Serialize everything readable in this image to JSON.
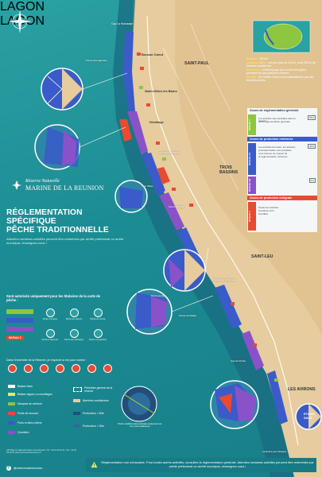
{
  "brand": {
    "reserve": "Réserve Naturelle",
    "marine": "MARINE DE LA REUNION"
  },
  "title": {
    "line1": "RÉGLEMENTATION SPÉCIFIQUE",
    "line2": "PÊCHE TRADITIONNELLE",
    "note": "Attention certaines activités peuvent être restreintes par arrêté préfectoral ou arrêté municipal, renseignez-vous !"
  },
  "places": {
    "saint_paul": "SAINT-PAUL",
    "trois_bassins": "TROIS BASSINS",
    "saint_leu": "SAINT-LEU",
    "les_avirons": "LES AVIRONS",
    "etang_sale": "ETANG SALÉ"
  },
  "coastal_labels": [
    "Cap La Houssaye",
    "Boucan Canot",
    "Saint-Gilles les Bains",
    "Hermitage",
    "Pointe des Aigrettes",
    "Pointe au Sel",
    "Cap de Pointe",
    "Pointe des Châteaux",
    "La Saline les Bains",
    "Souris Chaude",
    "Trou d'Eau",
    "Pointe du Diable",
    "La Roche aux Oiseaux"
  ],
  "info": {
    "surface_k": "Surface :",
    "surface_v": "35 km²",
    "lineaire_k": "Linéaire côtier :",
    "lineaire_v": "un peu plus de 40 km, dont 25 km de barrière corallienne.",
    "cote_terre_k": "Côté terre :",
    "cote_terre_v": "s'étend jusqu'aux zones émergées pendant les plus grandes marées.",
    "en_mer_k": "En mer :",
    "en_mer_v": "les limites Ouest sont matérialisées par des bouées jaunes."
  },
  "zones": {
    "general": "Zones de réglementation générale",
    "renforcee": "Zones de protection renforcée",
    "integrale": "Zones de protection intégrale",
    "general_lines": [
      "Les activités sont possibles dans le respect",
      "de la réglementation générale"
    ],
    "renf_lines": [
      "Les activités de loisirs, les activités",
      "professionnelles sont possibles",
      "sous réserve du respect de",
      "la réglementation renforcée"
    ],
    "integ_lines": [
      "Toutes les activités",
      "humaines sont",
      "interdites"
    ],
    "general_pct": "55%",
    "renf_pct_1": "40%",
    "renf_pct_2": "5%",
    "side_general": "NIVEAU 1",
    "side_renf_a": "NIVEAU 2A",
    "side_renf_b": "NIVEAU 2B",
    "side_integ": "NIVEAU 3"
  },
  "authorised": {
    "heading": "Sont autorisés uniquement pour les titulaires de la carte de pêche :",
    "lagon_1": "LAGON",
    "lagon_2": "LAGON",
    "level": "NIVEAU 3",
    "icon_captions": [
      "Pêche à la ligne",
      "Pêche au capucin",
      "Pêche au zourite",
      "Pêche à l'épervier",
      "Pêche aux bichiques",
      "Pêche à la gaulette"
    ]
  },
  "respect": "Dans l'ensemble de la Réserve, je respecte la vie pour marine :",
  "bottom_legend": {
    "balises": "Balises fixes",
    "balises_lagon": "Balises lagons ou mouillages",
    "marques": "Marques de ceinture",
    "poste": "Poste de secours",
    "ports": "Ports et sites côtiers",
    "cimetiere": "Cimetière",
    "perimetre": "Périmètre général de la réserve",
    "barrieres": "Barrières coralliennes",
    "prof50": "Profondeur > 50m",
    "prof30": "Profondeur > 30m",
    "peche_trad": "Pêche traditionnelle autorisée seulement sur les zones sableuses"
  },
  "credits": "GIP Réserve Naturelle Marine de la Réunion, Tél : 02 62 34 64 44 - Fax : 02 62 34 60 00, www.reservemarinereunion.fr",
  "facebook": "@reservemarinereunion",
  "footer": "Réglementation non exhaustive. Pour toutes autres activités, consultez la réglementation générale. Attention certaines activités peuvent être restreintes par arrêté préfectoral ou arrêté municipal, renseignez-vous !",
  "colors": {
    "sea": "#1c8c93",
    "land": "#e8cfa1",
    "blue_zone": "#3a5bc9",
    "purple_zone": "#8a52c8",
    "red_zone": "#e84a32",
    "green": "#8dc63f"
  }
}
